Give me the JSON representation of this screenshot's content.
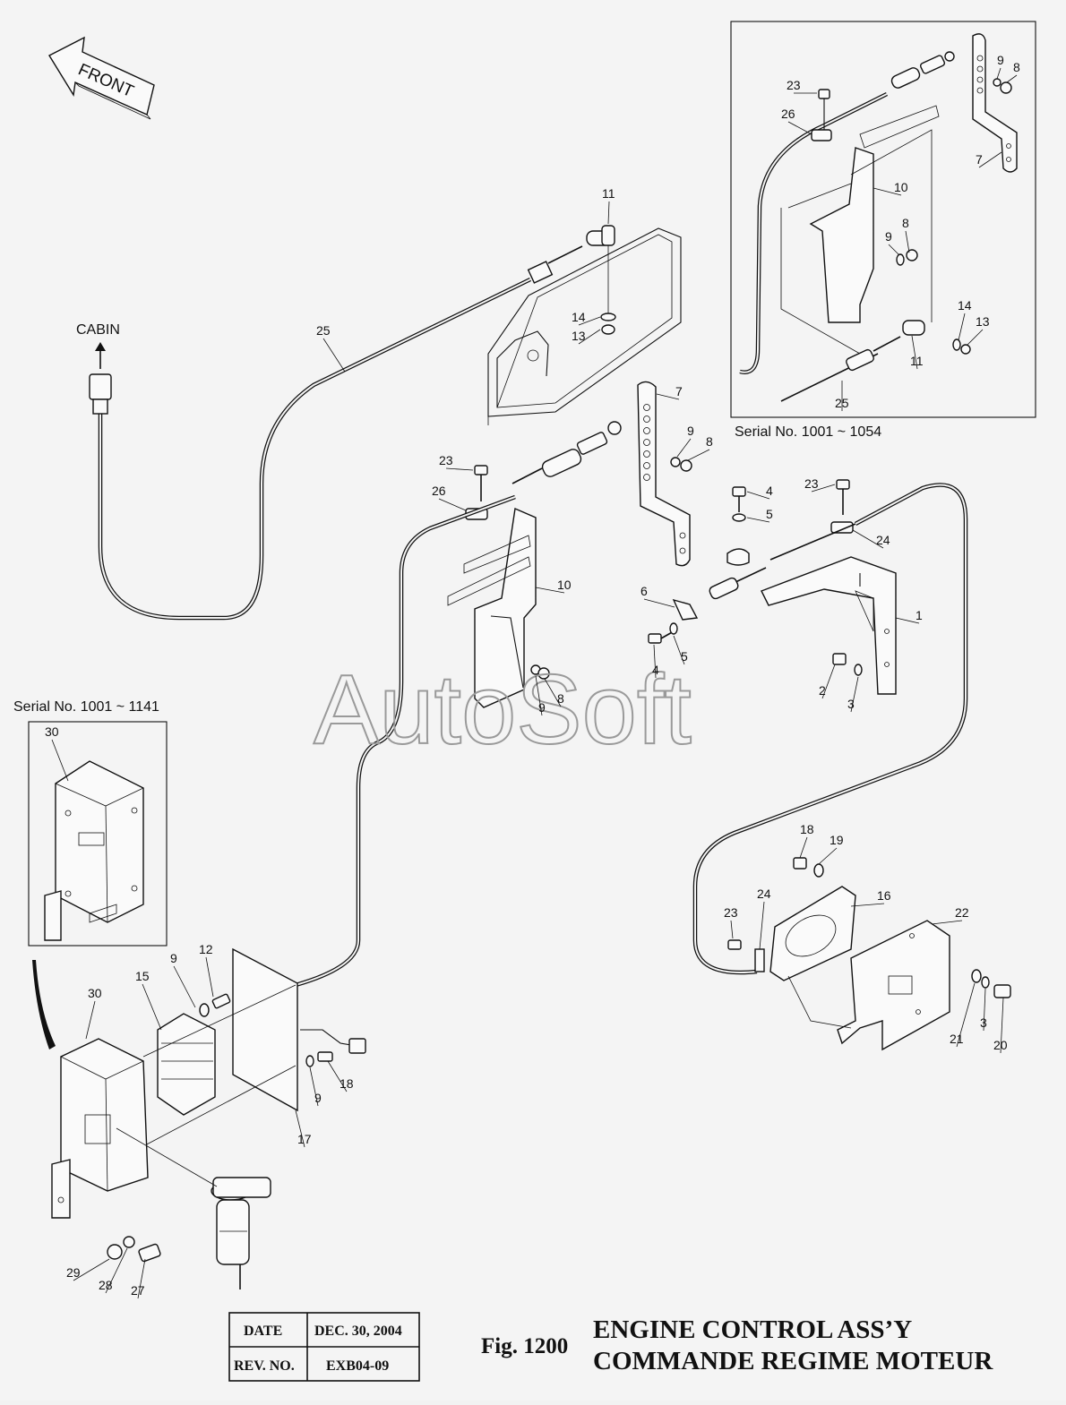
{
  "direction": {
    "front": "FRONT",
    "cabin": "CABIN"
  },
  "insets": {
    "top_right": {
      "serial": "Serial No. 1001 ~ 1054"
    },
    "left": {
      "serial": "Serial No. 1001 ~ 1141"
    }
  },
  "watermark": "AutoSoft",
  "labels": {
    "main": [
      {
        "id": "m11",
        "text": "11"
      },
      {
        "id": "m14",
        "text": "14"
      },
      {
        "id": "m13",
        "text": "13"
      },
      {
        "id": "m25",
        "text": "25"
      },
      {
        "id": "m7",
        "text": "7"
      },
      {
        "id": "m9a",
        "text": "9"
      },
      {
        "id": "m8a",
        "text": "8"
      },
      {
        "id": "m23a",
        "text": "23"
      },
      {
        "id": "m26",
        "text": "26"
      },
      {
        "id": "m10",
        "text": "10"
      },
      {
        "id": "m8b",
        "text": "8"
      },
      {
        "id": "m9b",
        "text": "9"
      },
      {
        "id": "m4a",
        "text": "4"
      },
      {
        "id": "m5a",
        "text": "5"
      },
      {
        "id": "m23b",
        "text": "23"
      },
      {
        "id": "m24a",
        "text": "24"
      },
      {
        "id": "m6",
        "text": "6"
      },
      {
        "id": "m1",
        "text": "1"
      },
      {
        "id": "m4b",
        "text": "4"
      },
      {
        "id": "m5b",
        "text": "5"
      },
      {
        "id": "m2",
        "text": "2"
      },
      {
        "id": "m3a",
        "text": "3"
      },
      {
        "id": "m18a",
        "text": "18"
      },
      {
        "id": "m19",
        "text": "19"
      },
      {
        "id": "m16",
        "text": "16"
      },
      {
        "id": "m24b",
        "text": "24"
      },
      {
        "id": "m23c",
        "text": "23"
      },
      {
        "id": "m22",
        "text": "22"
      },
      {
        "id": "m21",
        "text": "21"
      },
      {
        "id": "m3b",
        "text": "3"
      },
      {
        "id": "m20",
        "text": "20"
      },
      {
        "id": "m30b",
        "text": "30"
      },
      {
        "id": "m15",
        "text": "15"
      },
      {
        "id": "m9c",
        "text": "9"
      },
      {
        "id": "m12",
        "text": "12"
      },
      {
        "id": "m9d",
        "text": "9"
      },
      {
        "id": "m18b",
        "text": "18"
      },
      {
        "id": "m17",
        "text": "17"
      },
      {
        "id": "m29",
        "text": "29"
      },
      {
        "id": "m28",
        "text": "28"
      },
      {
        "id": "m27",
        "text": "27"
      }
    ],
    "inset_top_right": [
      {
        "id": "t9a",
        "text": "9"
      },
      {
        "id": "t8a",
        "text": "8"
      },
      {
        "id": "t23",
        "text": "23"
      },
      {
        "id": "t26",
        "text": "26"
      },
      {
        "id": "t7",
        "text": "7"
      },
      {
        "id": "t10",
        "text": "10"
      },
      {
        "id": "t8b",
        "text": "8"
      },
      {
        "id": "t9b",
        "text": "9"
      },
      {
        "id": "t14",
        "text": "14"
      },
      {
        "id": "t13",
        "text": "13"
      },
      {
        "id": "t11",
        "text": "11"
      },
      {
        "id": "t25",
        "text": "25"
      }
    ],
    "inset_left": [
      {
        "id": "l30",
        "text": "30"
      }
    ]
  },
  "title_block": {
    "date_label": "DATE",
    "date_value": "DEC. 30, 2004",
    "rev_label": "REV. NO.",
    "rev_value": "EXB04-09",
    "fig": "Fig. 1200",
    "title_en": "ENGINE CONTROL ASS’Y",
    "title_fr": "COMMANDE REGIME MOTEUR"
  }
}
